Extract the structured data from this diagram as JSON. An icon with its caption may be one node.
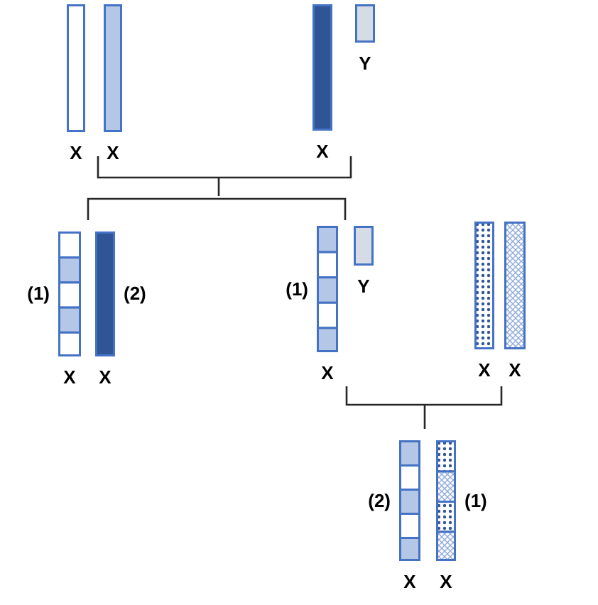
{
  "diagram": {
    "nodes": [
      {
        "text": [
          "X"
        ]
      },
      {
        "text": [
          "X"
        ]
      },
      {
        "text": [
          "X"
        ]
      },
      {
        "text": [
          "Y"
        ]
      },
      {
        "text": [
          "X"
        ],
        "beside": [
          "(1)"
        ]
      },
      {
        "text": [
          "X"
        ],
        "beside": [
          "(2)"
        ]
      },
      {
        "text": [
          "X"
        ],
        "beside": [
          "(1)"
        ]
      },
      {
        "text": [
          "Y"
        ]
      },
      {
        "text": [
          "X"
        ]
      },
      {
        "text": [
          "X"
        ]
      },
      {
        "text": [
          "X"
        ],
        "beside": [
          "(2)"
        ]
      },
      {
        "text": [
          "X"
        ],
        "beside": [
          "(1)"
        ]
      }
    ]
  }
}
